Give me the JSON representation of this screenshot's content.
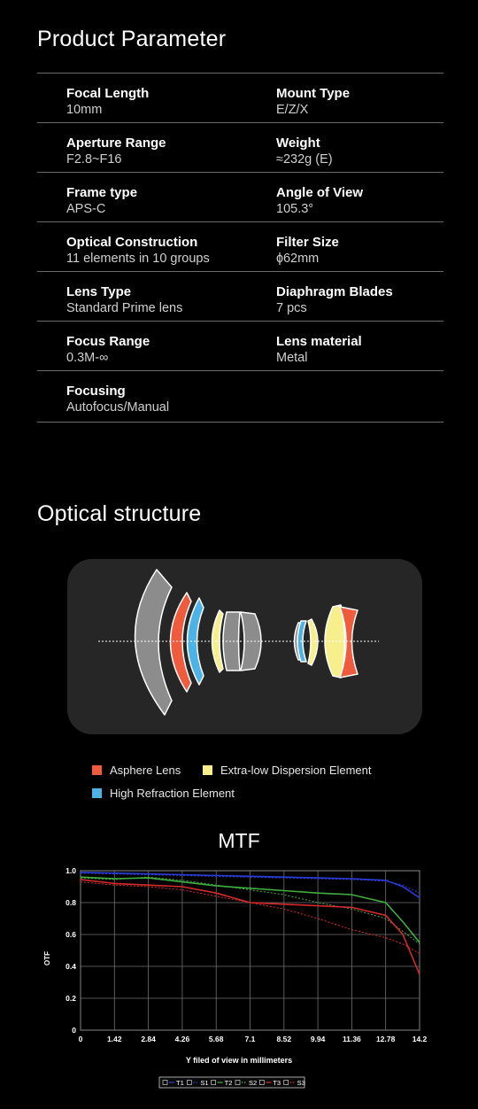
{
  "params": {
    "title": "Product Parameter",
    "rows": [
      [
        {
          "label": "Focal Length",
          "value": "10mm"
        },
        {
          "label": "Mount Type",
          "value": "E/Z/X"
        }
      ],
      [
        {
          "label": "Aperture Range",
          "value": "F2.8~F16"
        },
        {
          "label": "Weight",
          "value": "≈232g (E)"
        }
      ],
      [
        {
          "label": "Frame type",
          "value": "APS-C"
        },
        {
          "label": "Angle of View",
          "value": "105.3°"
        }
      ],
      [
        {
          "label": "Optical Construction",
          "value": "11 elements in 10 groups"
        },
        {
          "label": "Filter Size",
          "value": "ɸ62mm"
        }
      ],
      [
        {
          "label": "Lens Type",
          "value": "Standard Prime lens"
        },
        {
          "label": "Diaphragm Blades",
          "value": "7 pcs"
        }
      ],
      [
        {
          "label": "Focus Range",
          "value": "0.3M-∞"
        },
        {
          "label": "Lens material",
          "value": "Metal"
        }
      ],
      [
        {
          "label": "Focusing",
          "value": "Autofocus/Manual"
        }
      ]
    ]
  },
  "optical": {
    "title": "Optical structure",
    "colors": {
      "asphere": "#ef5b3d",
      "high_refraction": "#4db3e6",
      "ed": "#f7ef8c",
      "normal": "#8c8c8c",
      "outline": "#ffffff"
    },
    "legend": [
      {
        "label": "Asphere Lens",
        "color": "#ef5b3d"
      },
      {
        "label": "Extra-low Dispersion Element",
        "color": "#f7ef8c"
      },
      {
        "label": "High Refraction Element",
        "color": "#4db3e6"
      }
    ]
  },
  "mtf": {
    "title": "MTF",
    "chart_data": {
      "type": "line",
      "title": "MTF",
      "xlabel": "Y filed of view in millimeters",
      "ylabel": "OTF",
      "xlim": [
        0,
        14.2
      ],
      "ylim": [
        0,
        1.0
      ],
      "xticks": [
        "0",
        "1.42",
        "2.84",
        "4.26",
        "5.68",
        "7.1",
        "8.52",
        "9.94",
        "11.36",
        "12.78",
        "14.2"
      ],
      "yticks": [
        "0",
        "0.2",
        "0.4",
        "0.6",
        "0.8",
        "1.0"
      ],
      "grid": true,
      "legend_position": "bottom",
      "series": [
        {
          "name": "T1",
          "color": "#2a3cd6",
          "dash": false,
          "x": [
            0,
            1.42,
            2.84,
            4.26,
            5.68,
            7.1,
            8.52,
            9.94,
            11.36,
            12.78,
            13.5,
            14.2
          ],
          "y": [
            0.99,
            0.985,
            0.98,
            0.975,
            0.97,
            0.965,
            0.96,
            0.955,
            0.95,
            0.94,
            0.9,
            0.83
          ]
        },
        {
          "name": "S1",
          "color": "#2a3cd6",
          "dash": true,
          "x": [
            0,
            1.42,
            2.84,
            4.26,
            5.68,
            7.1,
            8.52,
            9.94,
            11.36,
            12.78,
            13.5,
            14.2
          ],
          "y": [
            0.985,
            0.98,
            0.975,
            0.97,
            0.965,
            0.96,
            0.955,
            0.95,
            0.945,
            0.935,
            0.91,
            0.86
          ]
        },
        {
          "name": "T2",
          "color": "#3fae3f",
          "dash": false,
          "x": [
            0,
            1.42,
            2.84,
            4.26,
            5.68,
            7.1,
            8.52,
            9.94,
            11.36,
            12.78,
            13.5,
            14.2
          ],
          "y": [
            0.96,
            0.95,
            0.955,
            0.93,
            0.905,
            0.89,
            0.875,
            0.86,
            0.85,
            0.8,
            0.68,
            0.55
          ]
        },
        {
          "name": "S2",
          "color": "#3fae3f",
          "dash": true,
          "x": [
            0,
            1.42,
            2.84,
            4.26,
            5.68,
            7.1,
            8.52,
            9.94,
            11.36,
            12.78,
            13.5,
            14.2
          ],
          "y": [
            0.955,
            0.945,
            0.96,
            0.94,
            0.91,
            0.88,
            0.85,
            0.8,
            0.76,
            0.7,
            0.62,
            0.54
          ]
        },
        {
          "name": "T3",
          "color": "#d62a2a",
          "dash": false,
          "x": [
            0,
            1.42,
            2.84,
            4.26,
            5.68,
            7.1,
            8.52,
            9.94,
            11.36,
            12.78,
            13.5,
            14.2
          ],
          "y": [
            0.945,
            0.92,
            0.91,
            0.9,
            0.86,
            0.8,
            0.79,
            0.78,
            0.77,
            0.72,
            0.6,
            0.35
          ]
        },
        {
          "name": "S3",
          "color": "#d62a2a",
          "dash": true,
          "x": [
            0,
            1.42,
            2.84,
            4.26,
            5.68,
            7.1,
            8.52,
            9.94,
            11.36,
            12.78,
            13.5,
            14.2
          ],
          "y": [
            0.93,
            0.91,
            0.9,
            0.88,
            0.84,
            0.8,
            0.76,
            0.7,
            0.63,
            0.58,
            0.54,
            0.48
          ]
        }
      ]
    }
  }
}
